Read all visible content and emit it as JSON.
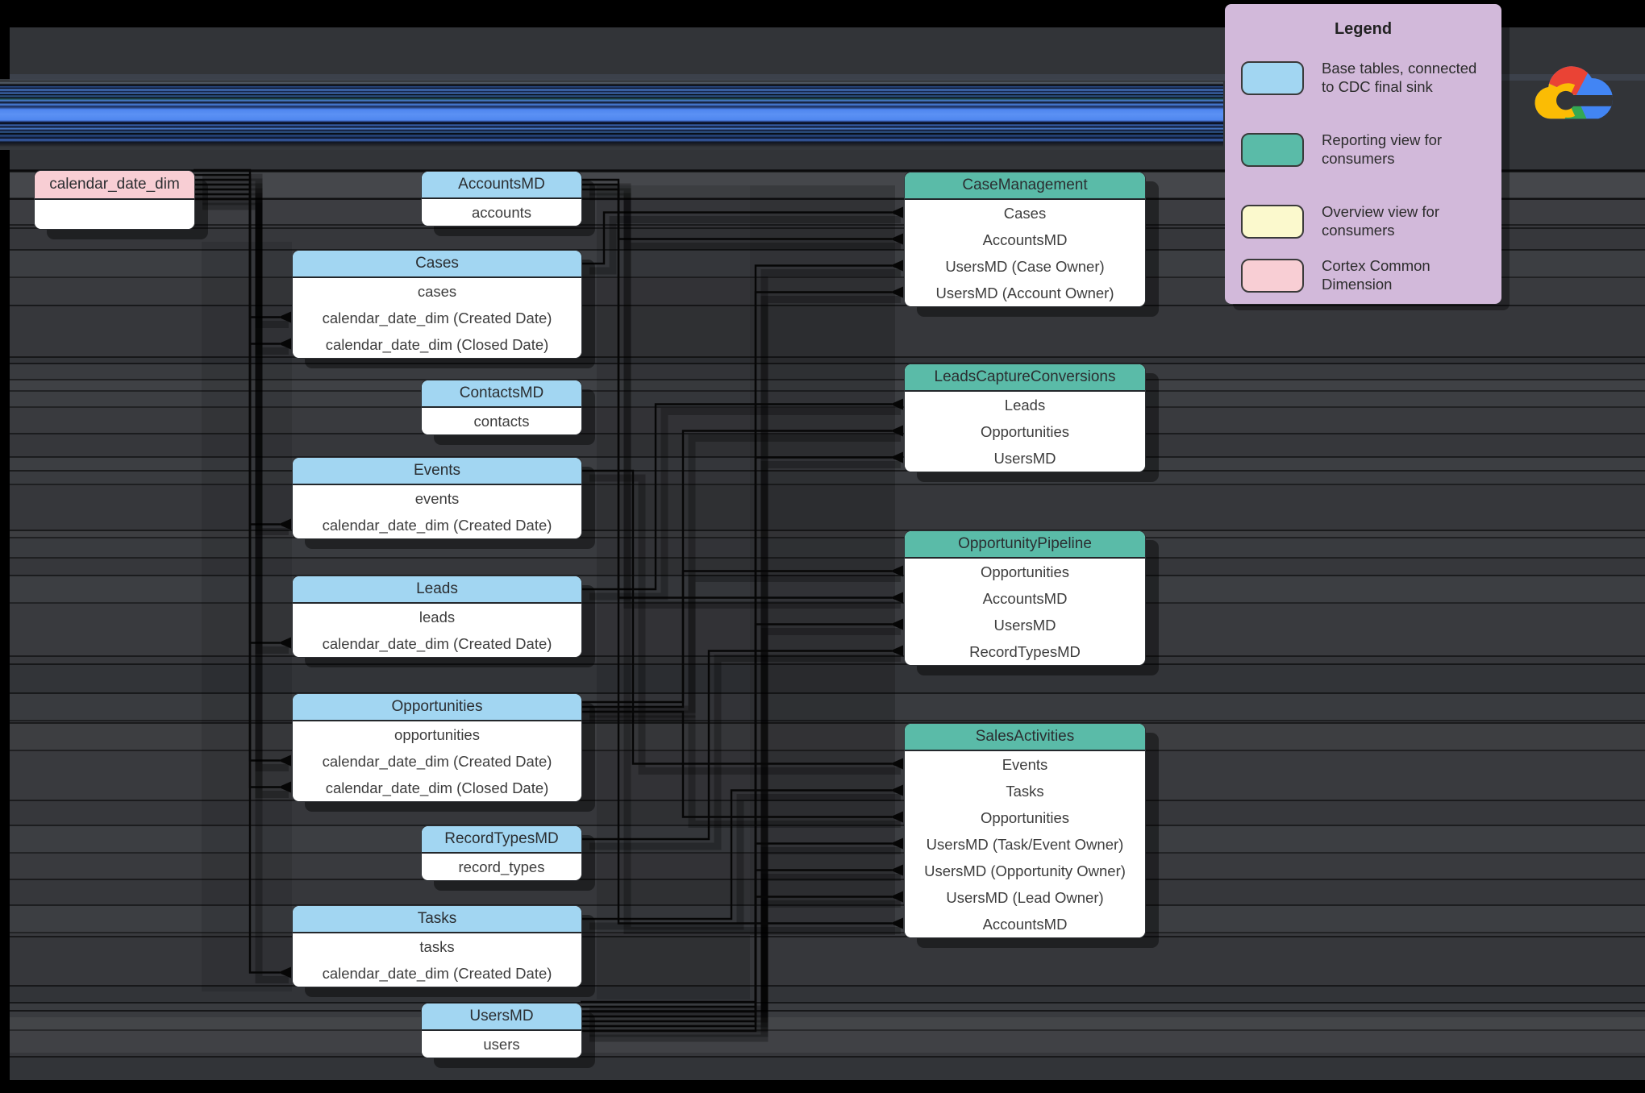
{
  "legend": {
    "title": "Legend",
    "items": [
      {
        "label": "Base tables, connected to CDC final sink",
        "color": "#a2d6f2",
        "type": "base_table"
      },
      {
        "label": "Reporting view for consumers",
        "color": "#5abba8",
        "type": "reporting_view"
      },
      {
        "label": "Overview view for consumers",
        "color": "#fbf9cd",
        "type": "overview_view"
      },
      {
        "label": "Cortex Common Dimension",
        "color": "#f8ced4",
        "type": "common_dimension"
      }
    ]
  },
  "logo": {
    "name": "Google Cloud",
    "colors": {
      "red": "#ea4335",
      "blue": "#4285f4",
      "yellow": "#fbbc04",
      "green": "#34a853"
    }
  },
  "colors": {
    "canvas": "#323438",
    "page": "#000000",
    "node_body": "#ffffff",
    "connector": "#060606",
    "glitch_blue": "#4f86ef",
    "legend_bg": "#d2b9da"
  },
  "diagram": {
    "tables": [
      {
        "id": "calendar_date_dim",
        "title": "calendar_date_dim",
        "type": "common_dimension",
        "rows": [
          ""
        ]
      },
      {
        "id": "AccountsMD",
        "title": "AccountsMD",
        "type": "base_table",
        "rows": [
          "accounts"
        ]
      },
      {
        "id": "Cases",
        "title": "Cases",
        "type": "base_table",
        "rows": [
          "cases",
          "calendar_date_dim (Created Date)",
          "calendar_date_dim (Closed Date)"
        ]
      },
      {
        "id": "ContactsMD",
        "title": "ContactsMD",
        "type": "base_table",
        "rows": [
          "contacts"
        ]
      },
      {
        "id": "Events",
        "title": "Events",
        "type": "base_table",
        "rows": [
          "events",
          "calendar_date_dim (Created Date)"
        ]
      },
      {
        "id": "Leads",
        "title": "Leads",
        "type": "base_table",
        "rows": [
          "leads",
          "calendar_date_dim (Created Date)"
        ]
      },
      {
        "id": "Opportunities",
        "title": "Opportunities",
        "type": "base_table",
        "rows": [
          "opportunities",
          "calendar_date_dim (Created Date)",
          "calendar_date_dim (Closed Date)"
        ]
      },
      {
        "id": "RecordTypesMD",
        "title": "RecordTypesMD",
        "type": "base_table",
        "rows": [
          "record_types"
        ]
      },
      {
        "id": "Tasks",
        "title": "Tasks",
        "type": "base_table",
        "rows": [
          "tasks",
          "calendar_date_dim (Created Date)"
        ]
      },
      {
        "id": "UsersMD",
        "title": "UsersMD",
        "type": "base_table",
        "rows": [
          "users"
        ]
      },
      {
        "id": "CaseManagement",
        "title": "CaseManagement",
        "type": "reporting_view",
        "rows": [
          "Cases",
          "AccountsMD",
          "UsersMD (Case Owner)",
          "UsersMD (Account Owner)"
        ]
      },
      {
        "id": "LeadsCaptureConversions",
        "title": "LeadsCaptureConversions",
        "type": "reporting_view",
        "rows": [
          "Leads",
          "Opportunities",
          "UsersMD"
        ]
      },
      {
        "id": "OpportunityPipeline",
        "title": "OpportunityPipeline",
        "type": "reporting_view",
        "rows": [
          "Opportunities",
          "AccountsMD",
          "UsersMD",
          "RecordTypesMD"
        ]
      },
      {
        "id": "SalesActivities",
        "title": "SalesActivities",
        "type": "reporting_view",
        "rows": [
          "Events",
          "Tasks",
          "Opportunities",
          "UsersMD (Task/Event Owner)",
          "UsersMD (Opportunity Owner)",
          "UsersMD (Lead Owner)",
          "AccountsMD"
        ]
      }
    ],
    "connections": [
      {
        "from": "calendar_date_dim",
        "to": "Cases",
        "row": 1
      },
      {
        "from": "calendar_date_dim",
        "to": "Cases",
        "row": 2
      },
      {
        "from": "calendar_date_dim",
        "to": "Events",
        "row": 1
      },
      {
        "from": "calendar_date_dim",
        "to": "Leads",
        "row": 1
      },
      {
        "from": "calendar_date_dim",
        "to": "Opportunities",
        "row": 1
      },
      {
        "from": "calendar_date_dim",
        "to": "Opportunities",
        "row": 2
      },
      {
        "from": "calendar_date_dim",
        "to": "Tasks",
        "row": 1
      },
      {
        "from": "Cases",
        "to": "CaseManagement",
        "row": 0
      },
      {
        "from": "AccountsMD",
        "to": "CaseManagement",
        "row": 1
      },
      {
        "from": "UsersMD",
        "to": "CaseManagement",
        "row": 2
      },
      {
        "from": "UsersMD",
        "to": "CaseManagement",
        "row": 3
      },
      {
        "from": "Leads",
        "to": "LeadsCaptureConversions",
        "row": 0
      },
      {
        "from": "Opportunities",
        "to": "LeadsCaptureConversions",
        "row": 1
      },
      {
        "from": "UsersMD",
        "to": "LeadsCaptureConversions",
        "row": 2
      },
      {
        "from": "Opportunities",
        "to": "OpportunityPipeline",
        "row": 0
      },
      {
        "from": "AccountsMD",
        "to": "OpportunityPipeline",
        "row": 1
      },
      {
        "from": "UsersMD",
        "to": "OpportunityPipeline",
        "row": 2
      },
      {
        "from": "RecordTypesMD",
        "to": "OpportunityPipeline",
        "row": 3
      },
      {
        "from": "Events",
        "to": "SalesActivities",
        "row": 0
      },
      {
        "from": "Tasks",
        "to": "SalesActivities",
        "row": 1
      },
      {
        "from": "Opportunities",
        "to": "SalesActivities",
        "row": 2
      },
      {
        "from": "UsersMD",
        "to": "SalesActivities",
        "row": 3
      },
      {
        "from": "UsersMD",
        "to": "SalesActivities",
        "row": 4
      },
      {
        "from": "UsersMD",
        "to": "SalesActivities",
        "row": 5
      },
      {
        "from": "AccountsMD",
        "to": "SalesActivities",
        "row": 6
      }
    ]
  }
}
